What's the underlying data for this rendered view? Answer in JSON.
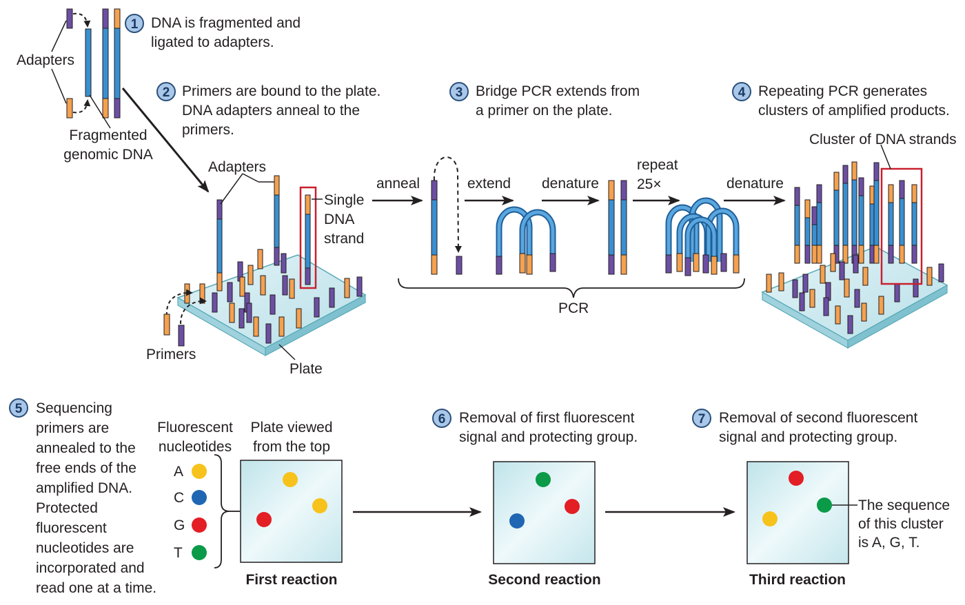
{
  "steps": [
    {
      "number": "1",
      "text": "DNA is fragmented and\nligated to adapters."
    },
    {
      "number": "2",
      "text": "Primers are bound to the plate.\nDNA adapters anneal to the\nprimers."
    },
    {
      "number": "3",
      "text": "Bridge PCR extends from\na primer on the plate."
    },
    {
      "number": "4",
      "text": "Repeating PCR generates\nclusters of amplified products."
    },
    {
      "number": "5",
      "text": "Sequencing\nprimers are\nannealed to the\nfree ends of the\namplified DNA.\nProtected\nfluorescent\nnucleotides are\nincorporated and\nread one at a time."
    },
    {
      "number": "6",
      "text": "Removal of first fluorescent\nsignal and protecting group."
    },
    {
      "number": "7",
      "text": "Removal of second fluorescent\nsignal and protecting group."
    }
  ],
  "labels": {
    "adapters_top": "Adapters",
    "fragmented_dna": "Fragmented\ngenomic DNA",
    "adapters_plate": "Adapters",
    "single_strand": "Single\nDNA\nstrand",
    "primers": "Primers",
    "plate": "Plate",
    "anneal": "anneal",
    "extend": "extend",
    "denature1": "denature",
    "repeat": "repeat\n25×",
    "denature2": "denature",
    "pcr": "PCR",
    "cluster": "Cluster of DNA strands",
    "fluorescent_nucleotides": "Fluorescent\nnucleotides",
    "plate_top": "Plate viewed\nfrom the top",
    "first_reaction": "First reaction",
    "second_reaction": "Second reaction",
    "third_reaction": "Third reaction",
    "sequence_note": "The sequence\nof this cluster\nis A, G, T."
  },
  "nucleotides": [
    {
      "letter": "A",
      "color": "#f7c21b"
    },
    {
      "letter": "C",
      "color": "#1f66b3"
    },
    {
      "letter": "G",
      "color": "#e31e25"
    },
    {
      "letter": "T",
      "color": "#0a9a48"
    }
  ],
  "colors": {
    "strand_blue": "#3a8fd0",
    "adapter_orange": "#f4a150",
    "adapter_purple": "#6c4fa3",
    "highlight_red": "#c8202e",
    "plate_fill": "#cfeaf0",
    "badge_fill": "#a9c7e8"
  }
}
